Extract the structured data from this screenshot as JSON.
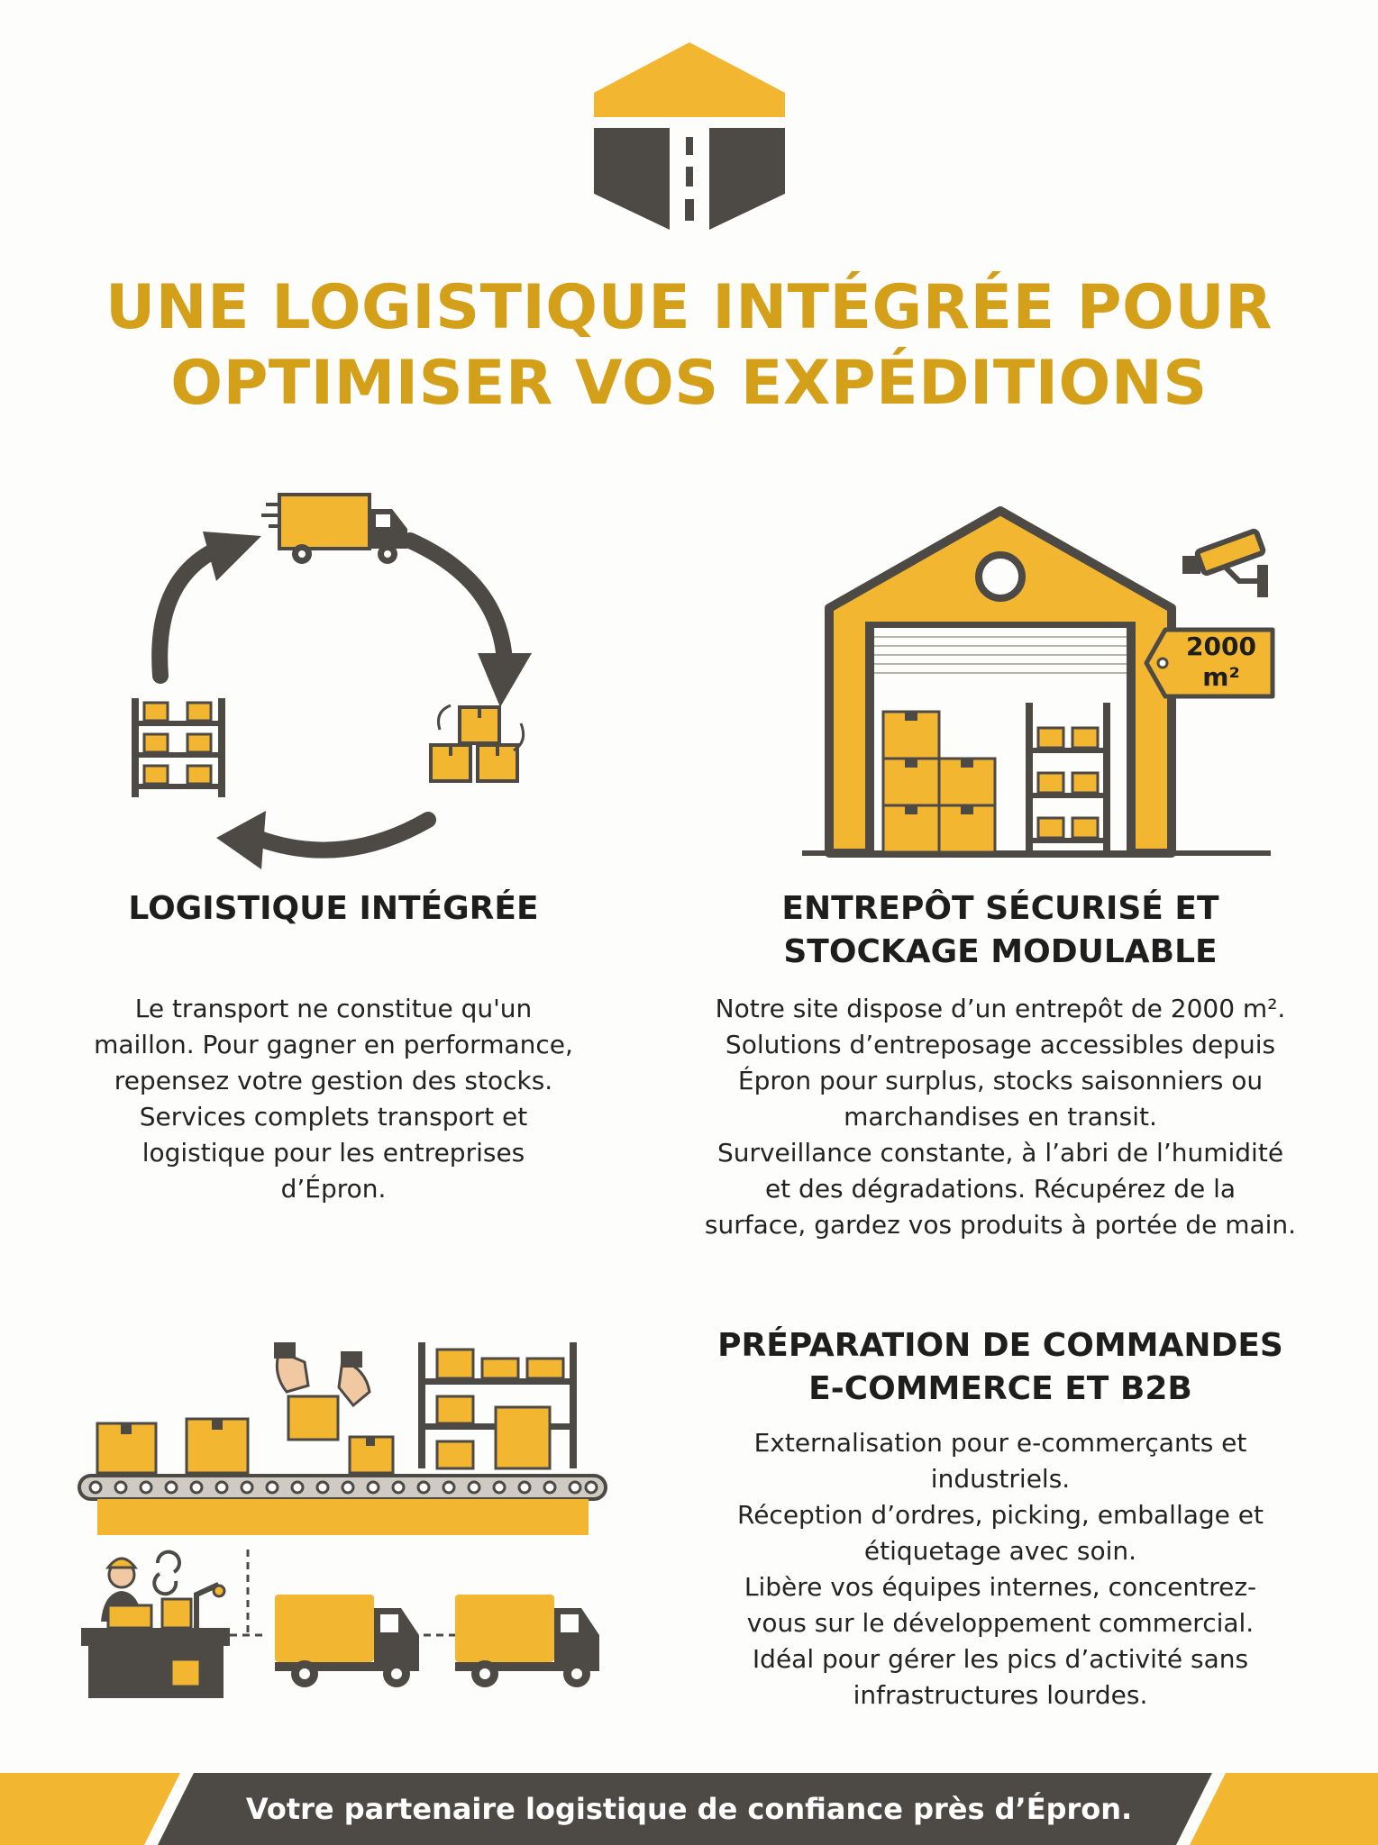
{
  "colors": {
    "accent": "#f2b631",
    "title": "#d4a01a",
    "dark": "#4d4a46",
    "text": "#1e1e1e"
  },
  "header": {
    "logo_icon": "road-house-logo-icon",
    "title_line1": "UNE LOGISTIQUE INTÉGRÉE POUR",
    "title_line2": "OPTIMISER VOS EXPÉDITIONS"
  },
  "sections": [
    {
      "icon": "logistics-cycle-icon",
      "heading_lines": [
        "LOGISTIQUE INTÉGRÉE"
      ],
      "body_lines": [
        "Le transport ne constitue qu'un",
        "maillon. Pour gagner en performance,",
        "repensez votre gestion des stocks.",
        "Services complets transport et",
        "logistique pour les entreprises",
        "d’Épron."
      ]
    },
    {
      "icon": "warehouse-icon",
      "badge_line1": "2000",
      "badge_line2": "m²",
      "heading_lines": [
        "ENTREPÔT SÉCURISÉ ET",
        "STOCKAGE MODULABLE"
      ],
      "body_lines": [
        "Notre site dispose d’un entrepôt de 2000 m².",
        "Solutions d’entreposage accessibles depuis",
        "Épron pour surplus, stocks saisonniers ou",
        "marchandises en transit.",
        "Surveillance constante, à l’abri de l’humidité",
        "et des dégradations. Récupérez de la",
        "surface, gardez vos produits à portée de main."
      ]
    },
    {
      "icon": "order-preparation-icon",
      "heading_lines": [
        "PRÉPARATION DE COMMANDES",
        "E-COMMERCE ET B2B"
      ],
      "body_lines": [
        "Externalisation pour e-commerçants et",
        "industriels.",
        "Réception d’ordres, picking, emballage et",
        "étiquetage avec soin.",
        "Libère vos équipes internes, concentrez-",
        "vous sur le développement commercial.",
        "Idéal pour gérer les pics d’activité sans",
        "infrastructures lourdes."
      ]
    }
  ],
  "footer": {
    "text": "Votre partenaire logistique de confiance près d’Épron."
  }
}
